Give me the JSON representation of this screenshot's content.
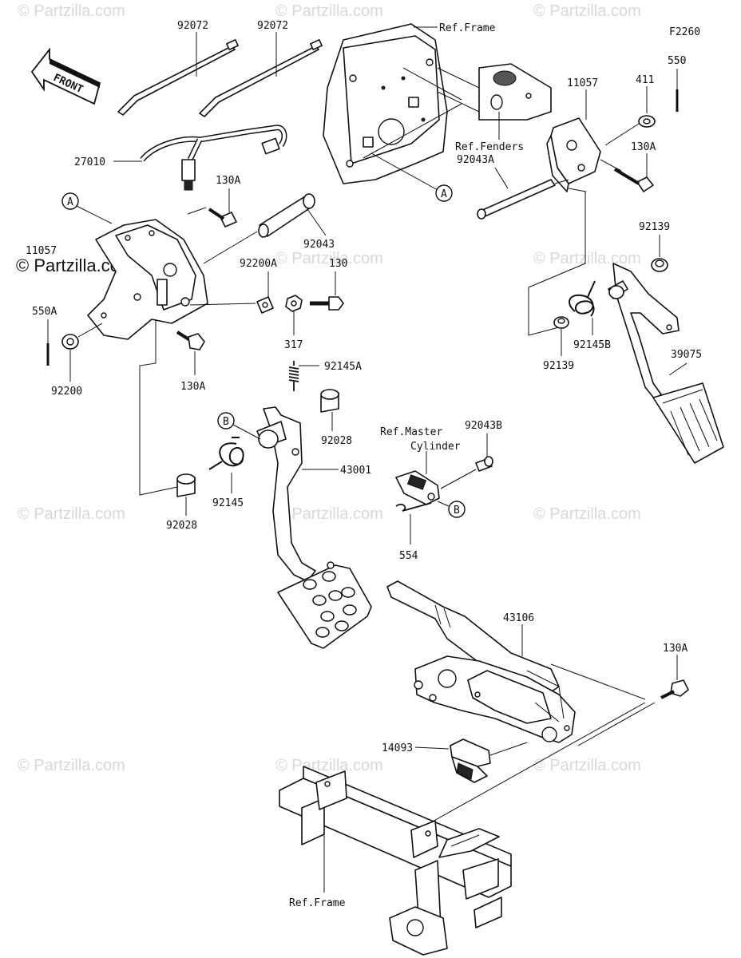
{
  "diagram_code": "F2260",
  "front_label": "FRONT",
  "watermark": "© Partzilla.com",
  "labels": {
    "p92072_a": "92072",
    "p92072_b": "92072",
    "ref_frame_top": "Ref.Frame",
    "ref_fenders": "Ref.Fenders",
    "p11057_right": "11057",
    "p411": "411",
    "p550": "550",
    "p130A_right": "130A",
    "p27010": "27010",
    "p130A_top": "130A",
    "p92043": "92043",
    "p11057_left": "11057",
    "p92043A": "92043A",
    "p92200A": "92200A",
    "p130": "130",
    "p550A": "550A",
    "p92200": "92200",
    "p317": "317",
    "p130A_left": "130A",
    "p92139_a": "92139",
    "p92145B": "92145B",
    "p92139_b": "92139",
    "p39075": "39075",
    "p92145A": "92145A",
    "p92028_a": "92028",
    "p43001": "43001",
    "ref_master": "Ref.Master",
    "cylinder": "Cylinder",
    "p92043B": "92043B",
    "p92145": "92145",
    "p92028_b": "92028",
    "p554": "554",
    "p43106": "43106",
    "p130A_bottom": "130A",
    "p14093": "14093",
    "ref_frame_bottom": "Ref.Frame",
    "callout_A": "A",
    "callout_B": "B"
  }
}
